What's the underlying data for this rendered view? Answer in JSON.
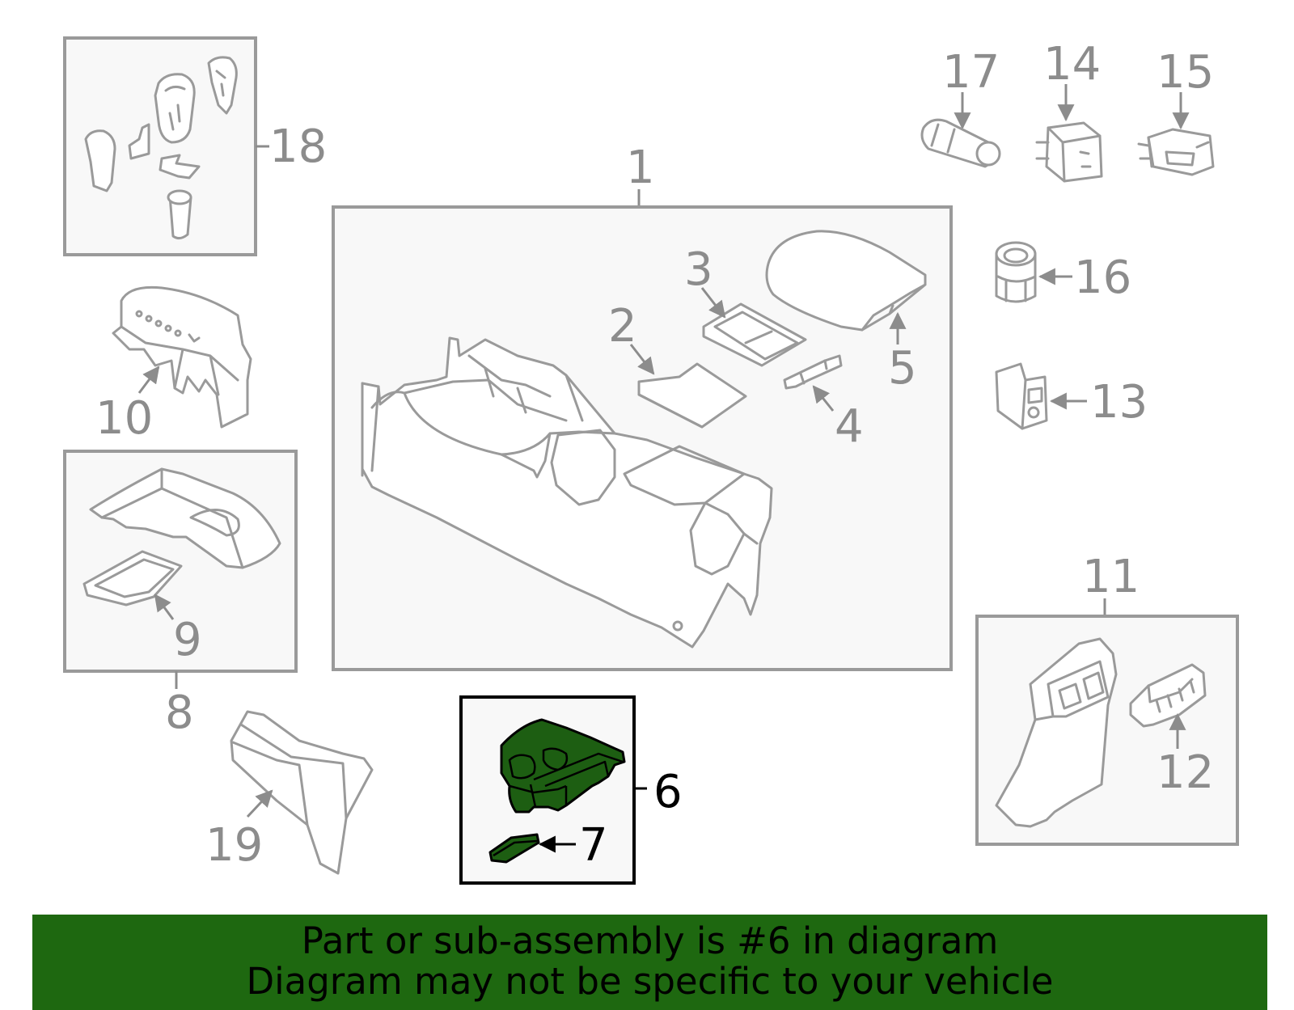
{
  "labels": {
    "c1": "1",
    "c2": "2",
    "c3": "3",
    "c4": "4",
    "c5": "5",
    "c6": "6",
    "c7": "7",
    "c8": "8",
    "c9": "9",
    "c10": "10",
    "c11": "11",
    "c12": "12",
    "c13": "13",
    "c14": "14",
    "c15": "15",
    "c16": "16",
    "c17": "17",
    "c18": "18",
    "c19": "19"
  },
  "highlight": {
    "part": "6",
    "fill_color": "#1d5e12",
    "banner_color": "#1e6810"
  },
  "banner": {
    "line1": "Part or sub-assembly is #6 in diagram",
    "line2": "Diagram may not be specific to your vehicle"
  }
}
